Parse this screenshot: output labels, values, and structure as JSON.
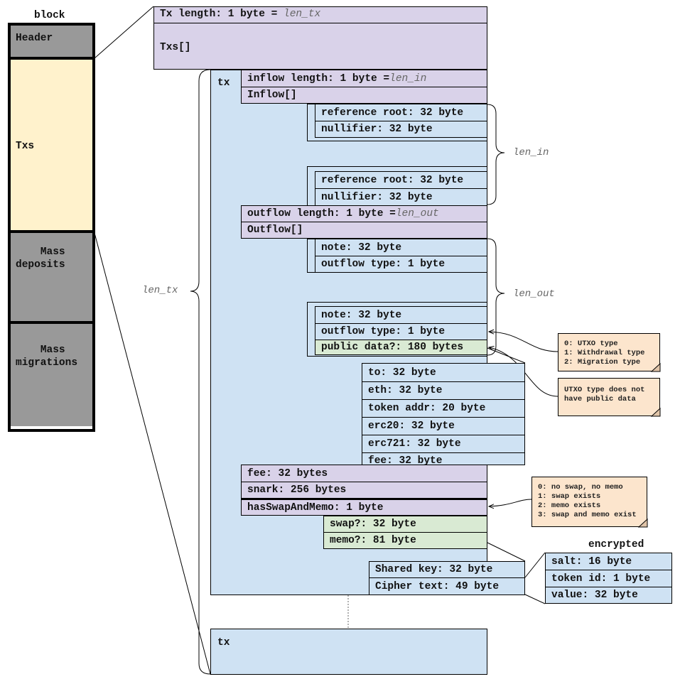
{
  "block": {
    "title": "block",
    "sections": [
      {
        "label": "Header"
      },
      {
        "label": "Txs"
      },
      {
        "label": "Mass\ndeposits"
      },
      {
        "label": "Mass\nmigrations"
      }
    ]
  },
  "txs": {
    "length_field": {
      "text": "Tx length: 1 byte = ",
      "var": "len_tx"
    },
    "array_label": "Txs[]",
    "brace_label": "len_tx"
  },
  "tx": {
    "label": "tx",
    "inflow_length": {
      "text": "inflow length: 1 byte = ",
      "var": "len_in"
    },
    "inflow_array": "Inflow[]",
    "inflow_item": [
      "reference root: 32 byte",
      "nullifier: 32 byte"
    ],
    "inflow_brace_label": "len_in",
    "outflow_length": {
      "text": "outflow length: 1 byte = ",
      "var": "len_out"
    },
    "outflow_array": "Outflow[]",
    "outflow_item_first": [
      "note: 32 byte",
      "outflow type: 1 byte"
    ],
    "outflow_item_last": [
      "note: 32 byte",
      "outflow type: 1 byte",
      "public data?: 180 bytes"
    ],
    "outflow_brace_label": "len_out",
    "public_data": [
      "to: 32 byte",
      "eth: 32 byte",
      "token addr: 20 byte",
      "erc20: 32 byte",
      "erc721: 32 byte",
      "fee: 32 byte"
    ],
    "fee": "fee: 32 bytes",
    "snark": "snark: 256 bytes",
    "has_swap_and_memo": "hasSwapAndMemo: 1 byte",
    "swap": "swap?: 32 byte",
    "memo": "memo?: 81 byte",
    "memo_fields": [
      "Shared key: 32 byte",
      "Cipher text: 49 byte"
    ],
    "encrypted_title": "encrypted",
    "encrypted_fields": [
      "salt: 16 byte",
      "token id: 1 byte",
      "value: 32 byte"
    ]
  },
  "tx_last": {
    "label": "tx"
  },
  "notes": {
    "outflow_type": "0: UTXO type\n1: Withdrawal type\n2: Migration type",
    "public_data": "UTXO type does not\nhave public data",
    "swap_memo": "0: no swap, no memo\n1: swap exists\n2: memo exists\n3: swap and memo exist"
  },
  "colors": {
    "header_gray": "#999999",
    "txs_yellow": "#fff2cc",
    "purple": "#d9d2e9",
    "blue": "#cfe2f3",
    "green": "#d9ead3",
    "note": "#fce5cd"
  }
}
